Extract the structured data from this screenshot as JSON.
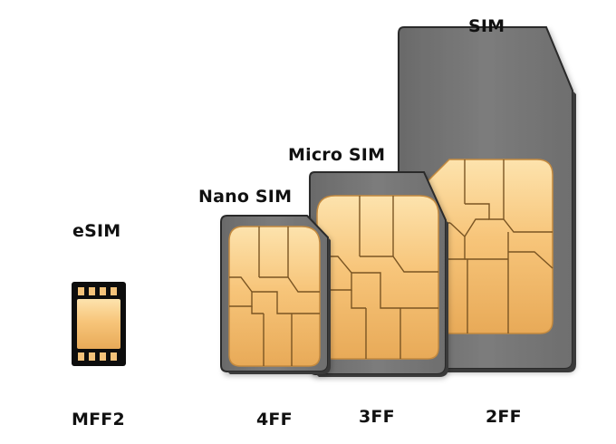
{
  "cards": [
    {
      "id": "esim",
      "name": "eSIM",
      "form_factor": "MFF2"
    },
    {
      "id": "nano",
      "name": "Nano SIM",
      "form_factor": "4FF"
    },
    {
      "id": "micro",
      "name": "Micro SIM",
      "form_factor": "3FF"
    },
    {
      "id": "standard",
      "name": "SIM",
      "form_factor": "2FF"
    }
  ],
  "colors": {
    "background": "#ffffff",
    "card_body": "#767676",
    "card_edge": "#2b2b2b",
    "contact_gold_light": "#fde3ad",
    "contact_gold": "#f7c57a",
    "contact_gold_dark": "#e4a44e",
    "contact_lines": "#7a5523",
    "esim_package": "#0d0d0d",
    "label_text": "#111111"
  }
}
